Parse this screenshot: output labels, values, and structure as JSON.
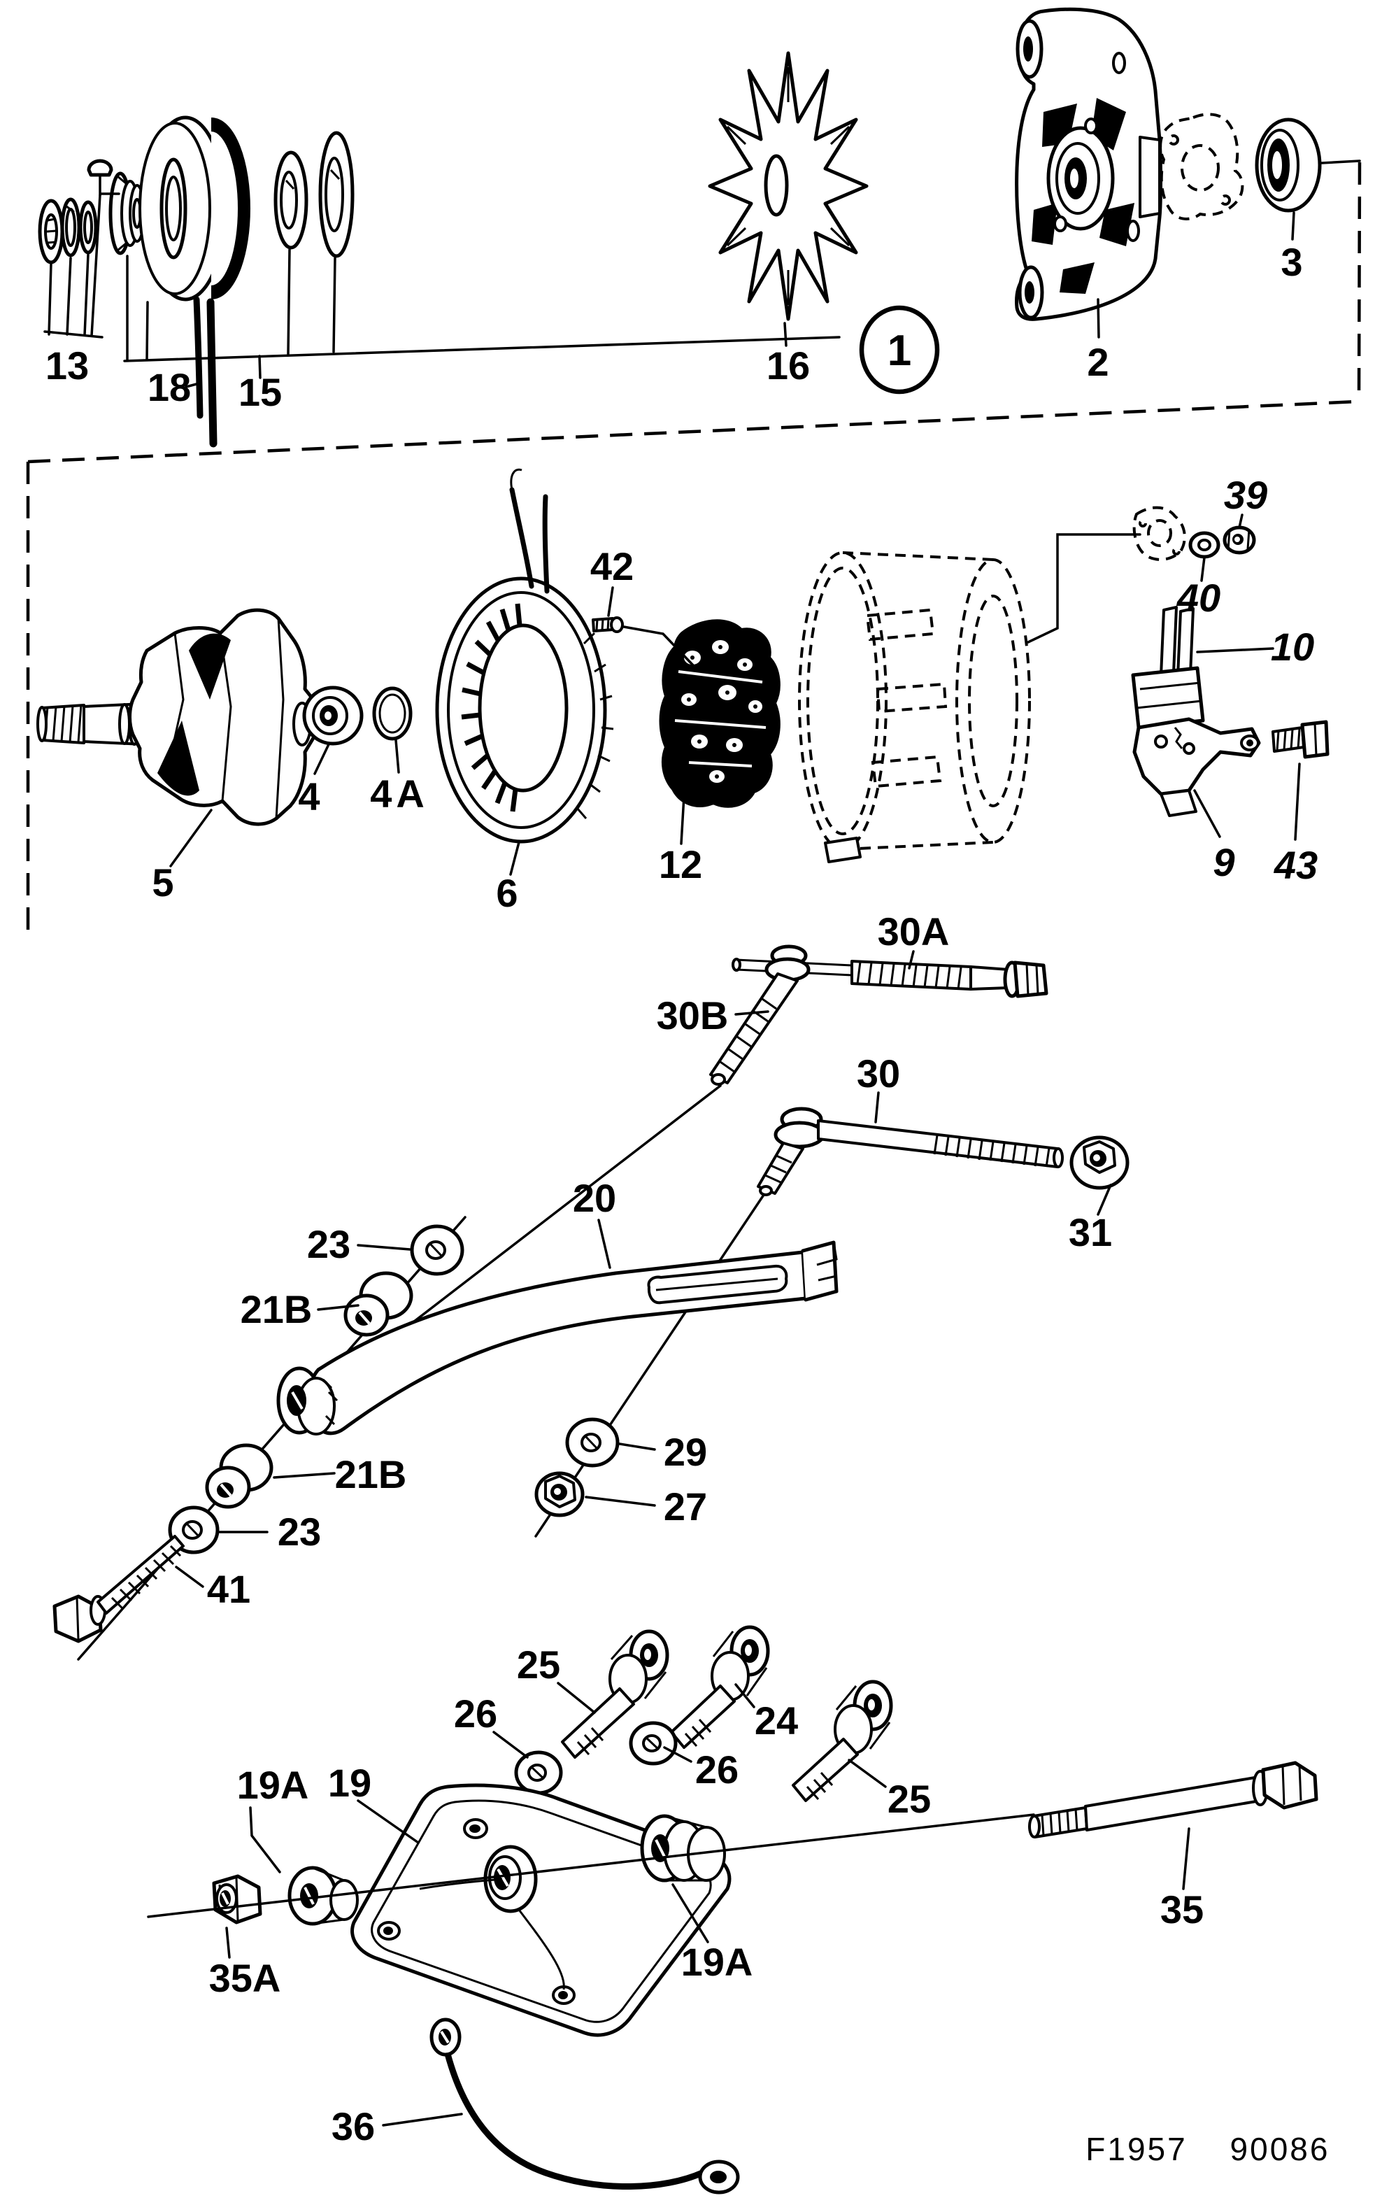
{
  "document": {
    "kind": "exploded-parts-diagram",
    "subject": "alternator assembly with mounting brackets",
    "footer": {
      "figure_code": "F1957",
      "drawing_code": "90086"
    }
  },
  "callouts": {
    "n13": "13",
    "n18": "18",
    "n15": "15",
    "n16": "16",
    "n1": "1",
    "n2": "2",
    "n3": "3",
    "n42": "42",
    "n5": "5",
    "n4": "4",
    "n4a": "4A",
    "n6": "6",
    "n12": "12",
    "n39": "39",
    "n40": "40",
    "n10": "10",
    "n9": "9",
    "n43": "43",
    "n30a": "30A",
    "n30b": "30B",
    "n30": "30",
    "n31": "31",
    "n20": "20",
    "n23a": "23",
    "n21b_a": "21B",
    "n21b_b": "21B",
    "n23b": "23",
    "n41": "41",
    "n29": "29",
    "n27": "27",
    "n25a": "25",
    "n26a": "26",
    "n24": "24",
    "n26b": "26",
    "n25b": "25",
    "n19a_left": "19A",
    "n19": "19",
    "n35a": "35A",
    "n19a_right": "19A",
    "n35": "35",
    "n36": "36"
  }
}
